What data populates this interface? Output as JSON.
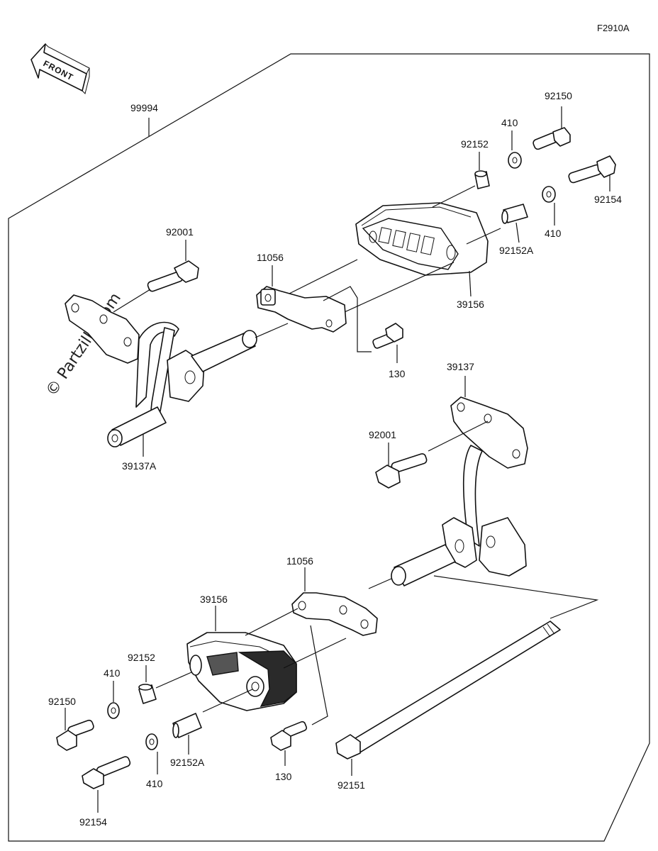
{
  "figure_code": "F2910A",
  "front_label": "FRONT",
  "watermark": "© Partzilla.com",
  "kit_label": "99994",
  "callouts": {
    "bolt_92150_top": "92150",
    "washer_410_top": "410",
    "collar_92152_top": "92152",
    "bolt_92154_top": "92154",
    "washer_410_top_b": "410",
    "collar_92152a_top": "92152A",
    "slider_39156_top": "39156",
    "bolt_92001_left": "92001",
    "bracket_11056_top": "11056",
    "bolt_130_top": "130",
    "bracket_39137": "39137",
    "bracket_39137a": "39137A",
    "bolt_92001_right": "92001",
    "bracket_11056_bottom": "11056",
    "slider_39156_bottom": "39156",
    "collar_92152_bottom": "92152",
    "washer_410_bottom": "410",
    "bolt_92150_bottom": "92150",
    "bolt_92154_bottom": "92154",
    "washer_410_bottom_b": "410",
    "collar_92152a_bottom": "92152A",
    "bolt_130_bottom": "130",
    "bolt_92151": "92151"
  }
}
